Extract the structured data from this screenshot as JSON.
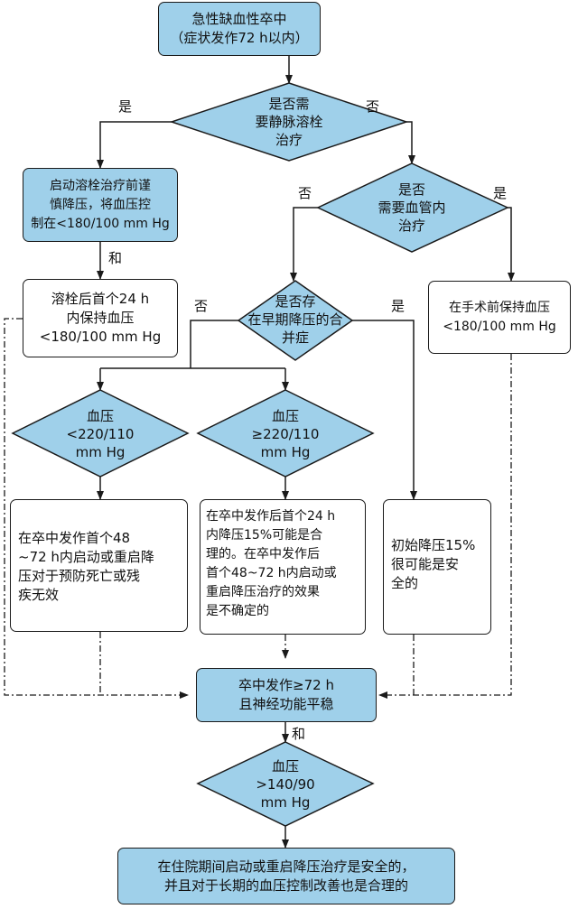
{
  "nodes": {
    "start": "急性缺血性卒中\n（症状发作72 h以内）",
    "d_thrombolysis": "是否需\n要静脉溶栓\n治疗",
    "pre_thrombolysis": "启动溶栓治疗前谨\n慎降压，将血压控\n制在<180/100 mm Hg",
    "post_thrombolysis": "溶栓后首个24 h\n内保持血压\n<180/100 mm Hg",
    "d_endovascular": "是否\n需要血管内\n治疗",
    "pre_surgery": "在手术前保持血压\n<180/100 mm Hg",
    "d_complication": "是否存\n在早期降压的合\n并症",
    "d_bp_low": "血压\n<220/110\nmm Hg",
    "d_bp_high": "血压\n≥220/110\nmm Hg",
    "box_no_effect": "在卒中发作首个48\n~72 h内启动或重启降\n压对于预防死亡或残\n疾无效",
    "box_uncertain": "在卒中发作后首个24 h\n内降压15%可能是合\n理的。在卒中发作后\n首个48~72 h内启动或\n重启降压治疗的效果\n是不确定的",
    "box_safe15": "初始降压15%\n很可能是安\n全的",
    "stable": "卒中发作≥72 h\n且神经功能平稳",
    "d_bp_final": "血压\n>140/90\nmm Hg",
    "final": "在住院期间启动或重启降压治疗是安全的，\n并且对于长期的血压控制改善也是合理的"
  },
  "labels": {
    "yes": "是",
    "no": "否",
    "and": "和"
  },
  "colors": {
    "box_fill": "#9fd0ea",
    "border": "#1a1a1a"
  }
}
